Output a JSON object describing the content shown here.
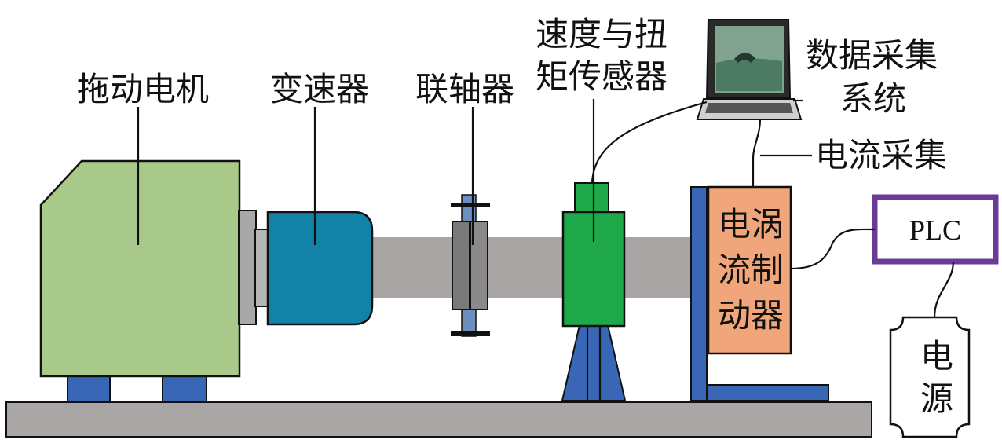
{
  "labels": {
    "motor": "拖动电机",
    "gearbox": "变速器",
    "coupling": "联轴器",
    "sensor_line1": "速度与扭",
    "sensor_line2": "矩传感器",
    "daq_line1": "数据采集",
    "daq_line2": "系统",
    "current": "电流采集",
    "brake_line1": "电涡",
    "brake_line2": "流制",
    "brake_line3": "动器",
    "plc": "PLC",
    "power_line1": "电",
    "power_line2": "源"
  },
  "colors": {
    "motor": "#a8c98a",
    "gearbox": "#1282a6",
    "shaft": "#aaa5a5",
    "coupling": "#7a7a7a",
    "sensor": "#1fa84a",
    "stand": "#3a67b5",
    "brake": "#f0a67a",
    "plc_border": "#6a3a96",
    "base": "#aaa6a6"
  }
}
